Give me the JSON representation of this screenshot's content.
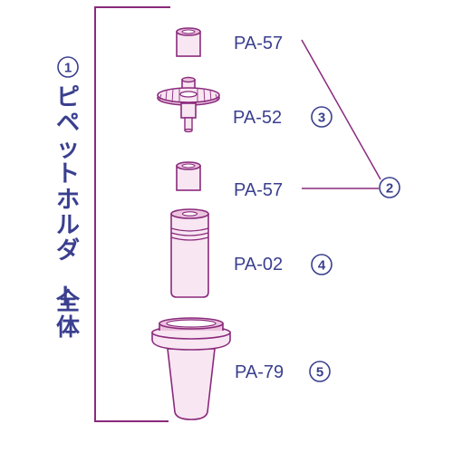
{
  "colors": {
    "outline": "#8a2a7c",
    "fill_light": "#f8e6f2",
    "fill_mid": "#ecc4de",
    "text": "#3a3f8f"
  },
  "assembly": {
    "circle_num": "1",
    "label": "ピペットホルダー全体"
  },
  "parts": [
    {
      "code": "PA-57",
      "circle_num": ""
    },
    {
      "code": "PA-52",
      "circle_num": "3"
    },
    {
      "code": "PA-57",
      "circle_num": ""
    },
    {
      "code": "PA-02",
      "circle_num": "4"
    },
    {
      "code": "PA-79",
      "circle_num": "5"
    }
  ],
  "group_marker": {
    "circle_num": "2"
  }
}
